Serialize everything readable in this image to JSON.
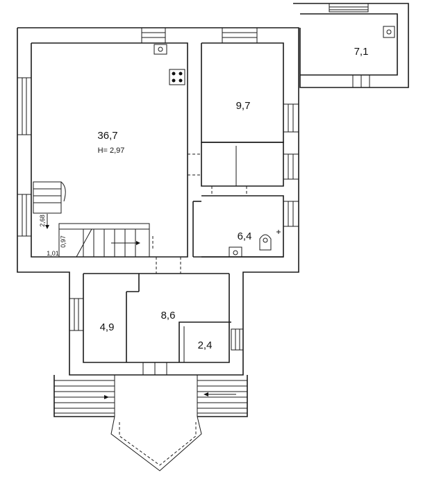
{
  "rooms": [
    {
      "id": "r1",
      "area": "36,7",
      "height_label": "H= 2,97"
    },
    {
      "id": "r2",
      "area": "9,7"
    },
    {
      "id": "r3",
      "area": "7,1"
    },
    {
      "id": "r4",
      "area": "6,4"
    },
    {
      "id": "r5",
      "area": "4,9"
    },
    {
      "id": "r6",
      "area": "8,6"
    },
    {
      "id": "r7",
      "area": "2,4"
    }
  ],
  "dimensions": {
    "stair_length": "2,68",
    "stair_width": "0,97",
    "stair_landing": "1,01"
  }
}
